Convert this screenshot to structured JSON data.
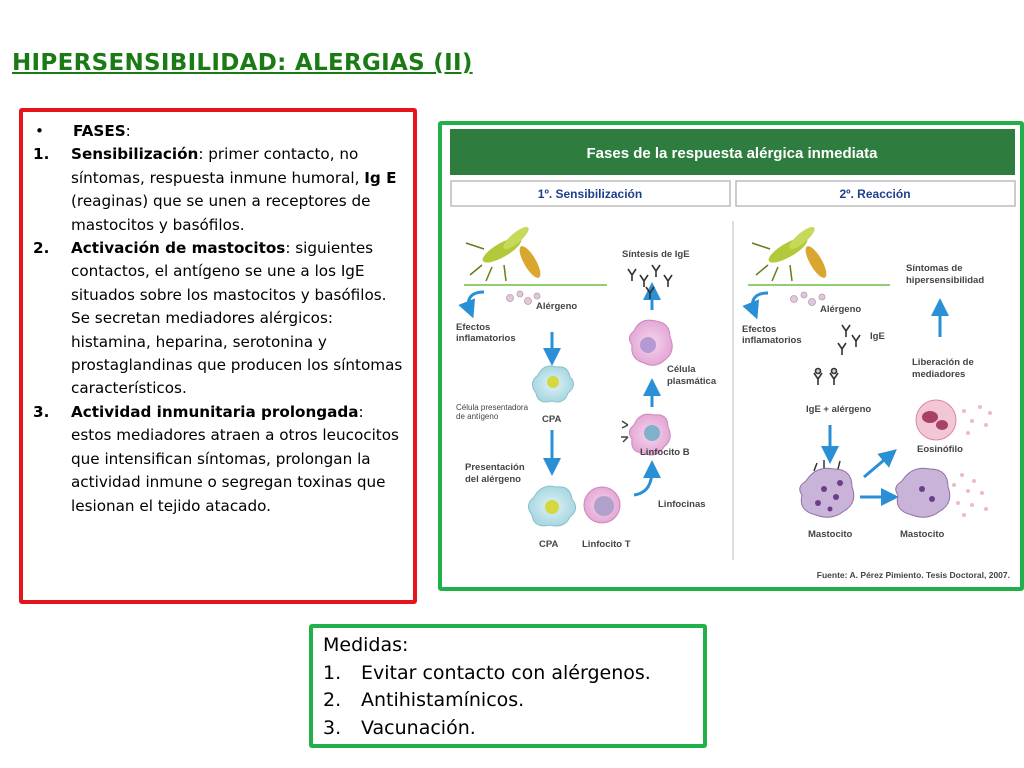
{
  "title": "HIPERSENSIBILIDAD: ALERGIAS (II)",
  "phases": {
    "bullet": "•",
    "header": "FASES",
    "header_colon": ":",
    "items": [
      {
        "num": "1.",
        "term": "Sensibilización",
        "text_a": ": primer contacto, no síntomas, respuesta inmune humoral, ",
        "term2": "Ig E",
        "text_b": " (reaginas) que se unen a receptores de mastocitos y basófilos."
      },
      {
        "num": "2.",
        "term": "Activación de mastocitos",
        "text_a": ": siguientes contactos, el antígeno se une a los IgE situados sobre los mastocitos y basófilos. Se secretan mediadores alérgicos: histamina, heparina, serotonina y prostaglandinas que producen los síntomas característicos."
      },
      {
        "num": "3.",
        "term": "Actividad inmunitaria prolongada",
        "text_a": ": estos mediadores atraen a otros leucocitos que intensifican síntomas, prolongan la actividad inmune o segregan toxinas que lesionan el tejido atacado."
      }
    ]
  },
  "figure": {
    "header": "Fases de la respuesta alérgica inmediata",
    "phase1": "1º. Sensibilización",
    "phase2": "2º. Reacción",
    "labels": {
      "sintesis": "Síntesis de IgE",
      "alergeno1": "Alérgeno",
      "efectos1_a": "Efectos",
      "efectos1_b": "inflamatorios",
      "celula_a": "Célula",
      "celula_b": "plasmática",
      "cpa_pres_a": "Célula presentadora",
      "cpa_pres_b": "de antígeno",
      "cpa1": "CPA",
      "linfocito_b": "Linfocito B",
      "presentacion_a": "Presentación",
      "presentacion_b": "del alérgeno",
      "linfocinas": "Linfocinas",
      "cpa2": "CPA",
      "linfocito_t": "Linfocito T",
      "sintomas_a": "Síntomas de",
      "sintomas_b": "hipersensibilidad",
      "alergeno2": "Alérgeno",
      "efectos2_a": "Efectos",
      "efectos2_b": "inflamatorios",
      "ige": "IgE",
      "liberacion_a": "Liberación de",
      "liberacion_b": "mediadores",
      "ige_alergeno": "IgE + alérgeno",
      "eosinofilo": "Eosinófilo",
      "mastocito1": "Mastocito",
      "mastocito2": "Mastocito"
    },
    "source": "Fuente: A. Pérez Pimiento. Tesis Doctoral, 2007."
  },
  "measures": {
    "title": "Medidas:",
    "items": [
      {
        "num": "1.",
        "text": "Evitar contacto con alérgenos."
      },
      {
        "num": "2.",
        "text": "Antihistamínicos."
      },
      {
        "num": "3.",
        "text": "Vacunación."
      }
    ]
  },
  "colors": {
    "title": "#1a7a14",
    "red_border": "#e8141b",
    "green_border": "#22b04a",
    "figure_header": "#2e7d3e",
    "arrow_blue": "#2b8fd6"
  }
}
